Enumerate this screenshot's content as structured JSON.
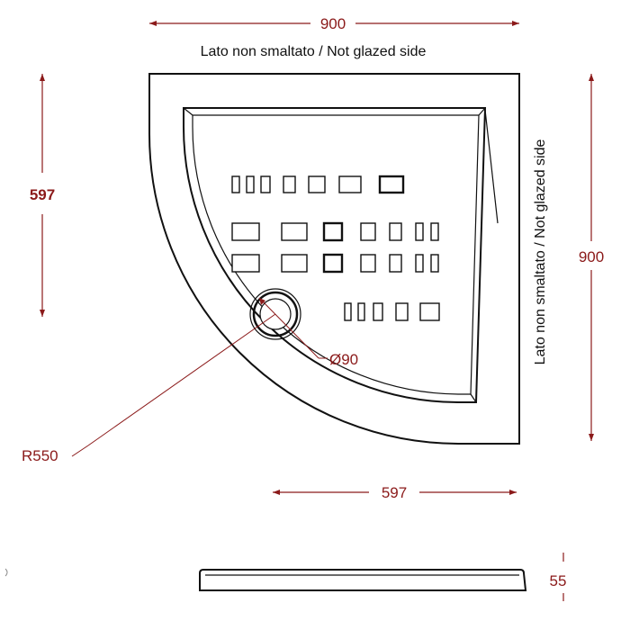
{
  "drawing": {
    "dimensions": {
      "top_width": "900",
      "right_height": "900",
      "left_height": "597",
      "bottom_width": "597",
      "radius": "R550",
      "drain_diameter": "Ø90",
      "thickness": "55"
    },
    "notes": {
      "top_side": "Lato non smaltato / Not glazed side",
      "right_side": "Lato non smaltato / Not glazed side"
    },
    "colors": {
      "dimension": "#8b1a1a",
      "outline": "#111111"
    }
  }
}
